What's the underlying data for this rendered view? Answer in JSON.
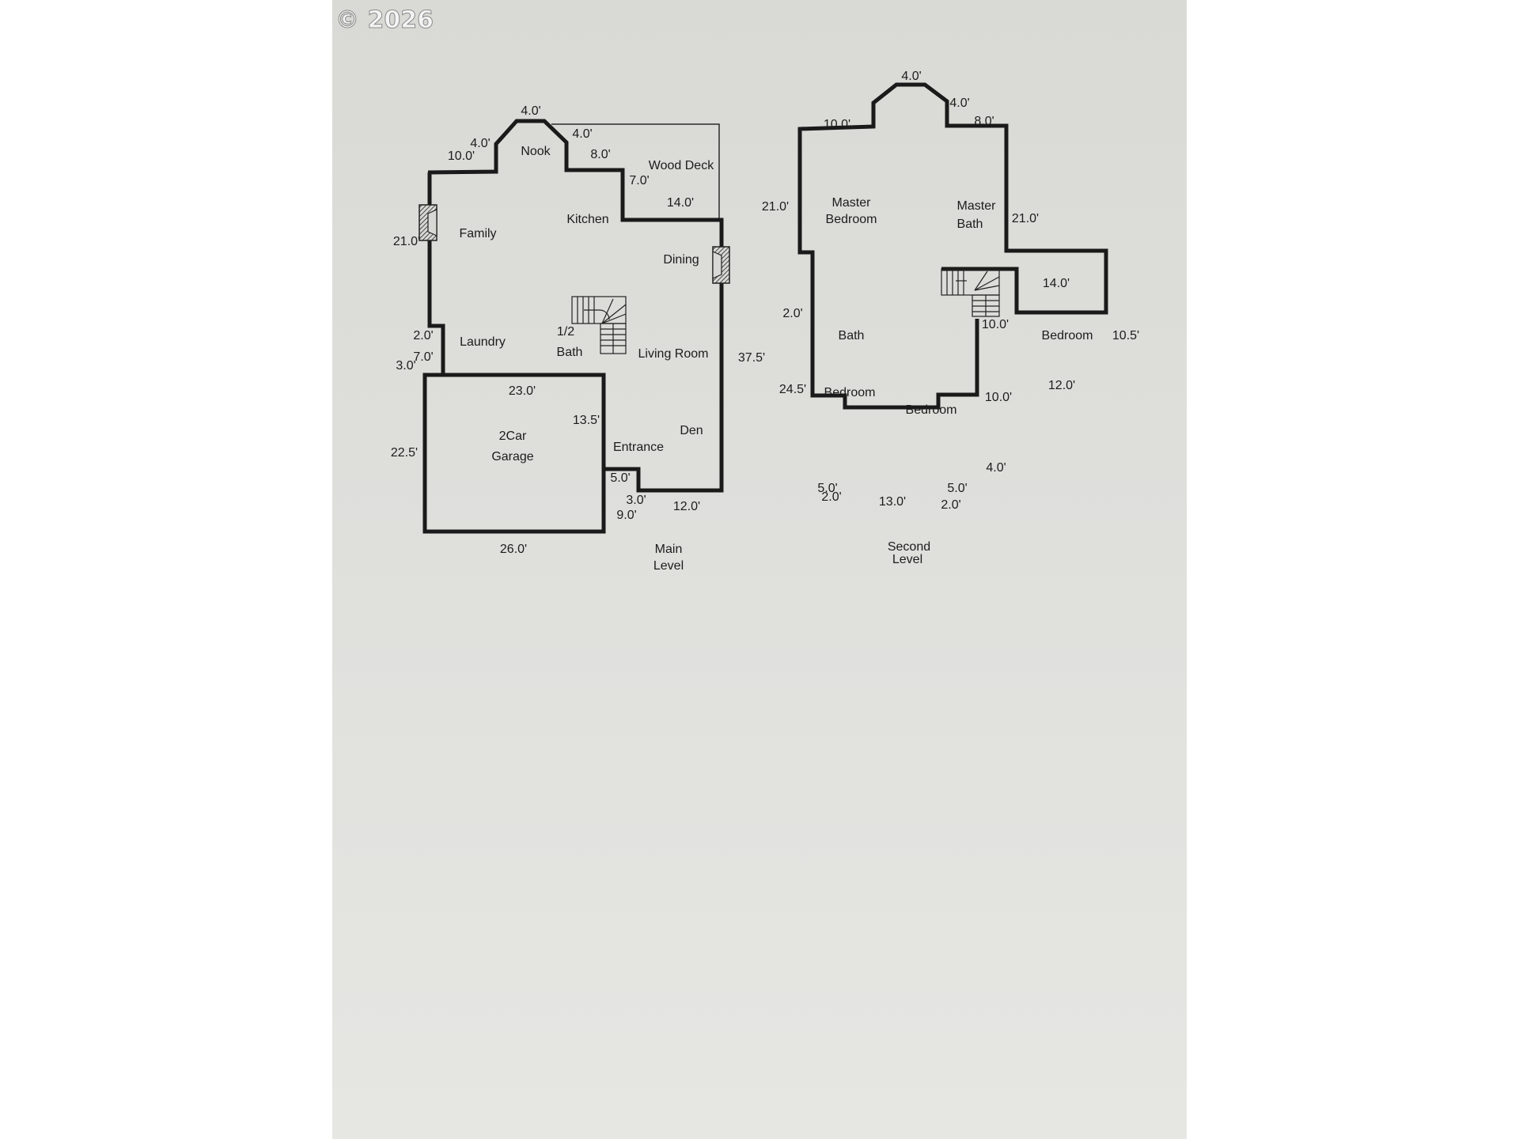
{
  "watermark": "© 2026",
  "main_level": {
    "title_line1": "Main",
    "title_line2": "Level",
    "rooms": [
      "Nook",
      "Wood Deck",
      "Kitchen",
      "Family",
      "Dining",
      "Laundry",
      "1/2",
      "Bath",
      "Living Room",
      "2Car",
      "Garage",
      "Den",
      "Entrance"
    ],
    "dimensions": [
      "4.0'",
      "4.0'",
      "10.0'",
      "4.0'",
      "8.0'",
      "7.0'",
      "14.0'",
      "21.0'",
      "2.0'",
      "37.5'",
      "7.0'",
      "3.0'",
      "23.0'",
      "13.5'",
      "22.5'",
      "5.0'",
      "3.0'",
      "12.0'",
      "9.0'",
      "26.0'"
    ]
  },
  "second_level": {
    "title_line1": "Second",
    "title_line2": "Level",
    "rooms": [
      "Master",
      "Bedroom",
      "Master",
      "Bath",
      "Bath",
      "Bedroom",
      "Bedroom",
      "Bedroom"
    ],
    "dimensions": [
      "4.0'",
      "4.0'",
      "10.0'",
      "8.0'",
      "21.0'",
      "21.0'",
      "14.0'",
      "2.0'",
      "10.0'",
      "10.5'",
      "24.5'",
      "10.0'",
      "12.0'",
      "4.0'",
      "5.0'",
      "2.0'",
      "13.0'",
      "5.0'",
      "2.0'"
    ]
  }
}
